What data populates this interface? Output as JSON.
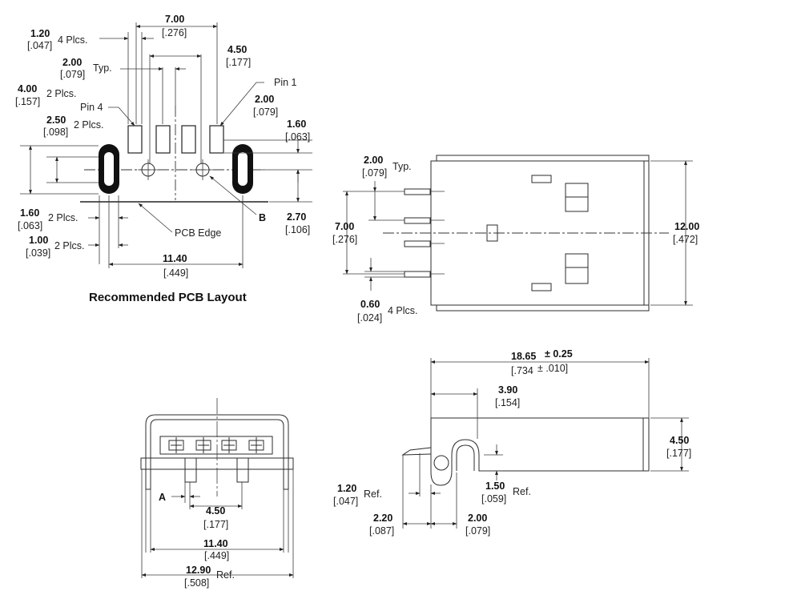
{
  "pcb_layout": {
    "title": "Recommended PCB Layout",
    "dims": {
      "d1": {
        "mm": "1.20",
        "inch": "[.047]",
        "note": "4 Plcs."
      },
      "d2": {
        "mm": "7.00",
        "inch": "[.276]"
      },
      "d3": {
        "mm": "2.00",
        "inch": "[.079]",
        "note": "Typ."
      },
      "d4": {
        "mm": "4.50",
        "inch": "[.177]"
      },
      "d5": {
        "mm": "4.00",
        "inch": "[.157]",
        "note": "2 Plcs."
      },
      "d6": {
        "mm": "2.00",
        "inch": "[.079]"
      },
      "d7": {
        "mm": "2.50",
        "inch": "[.098]",
        "note": "2 Plcs."
      },
      "d8": {
        "mm": "1.60",
        "inch": "[.063]"
      },
      "d9": {
        "mm": "2.70",
        "inch": "[.106]"
      },
      "d10": {
        "mm": "1.60",
        "inch": "[.063]",
        "note": "2 Plcs."
      },
      "d11": {
        "mm": "1.00",
        "inch": "[.039]",
        "note": "2 Plcs."
      },
      "d12": {
        "mm": "11.40",
        "inch": "[.449]"
      }
    },
    "labels": {
      "pin1": "Pin 1",
      "pin4": "Pin 4",
      "pcb_edge": "PCB Edge",
      "b": "B"
    }
  },
  "top_view": {
    "dims": {
      "d1": {
        "mm": "2.00",
        "inch": "[.079]",
        "note": "Typ."
      },
      "d2": {
        "mm": "7.00",
        "inch": "[.276]"
      },
      "d3": {
        "mm": "12.00",
        "inch": "[.472]"
      },
      "d4": {
        "mm": "0.60",
        "inch": "[.024]",
        "note": "4 Plcs."
      }
    }
  },
  "front_view": {
    "label_a": "A",
    "dims": {
      "d1": {
        "mm": "4.50",
        "inch": "[.177]"
      },
      "d2": {
        "mm": "11.40",
        "inch": "[.449]"
      },
      "d3": {
        "mm": "12.90",
        "inch": "[.508]",
        "note": "Ref."
      }
    }
  },
  "side_view": {
    "dims": {
      "d1": {
        "mm": "18.65",
        "tol_mm": "± 0.25",
        "inch": "[.734",
        "tol_inch": "± .010]"
      },
      "d2": {
        "mm": "3.90",
        "inch": "[.154]"
      },
      "d3": {
        "mm": "4.50",
        "inch": "[.177]"
      },
      "d4": {
        "mm": "1.20",
        "inch": "[.047]",
        "note": "Ref."
      },
      "d5": {
        "mm": "1.50",
        "inch": "[.059]",
        "note": "Ref."
      },
      "d6": {
        "mm": "2.20",
        "inch": "[.087]"
      },
      "d7": {
        "mm": "2.00",
        "inch": "[.079]"
      }
    }
  }
}
